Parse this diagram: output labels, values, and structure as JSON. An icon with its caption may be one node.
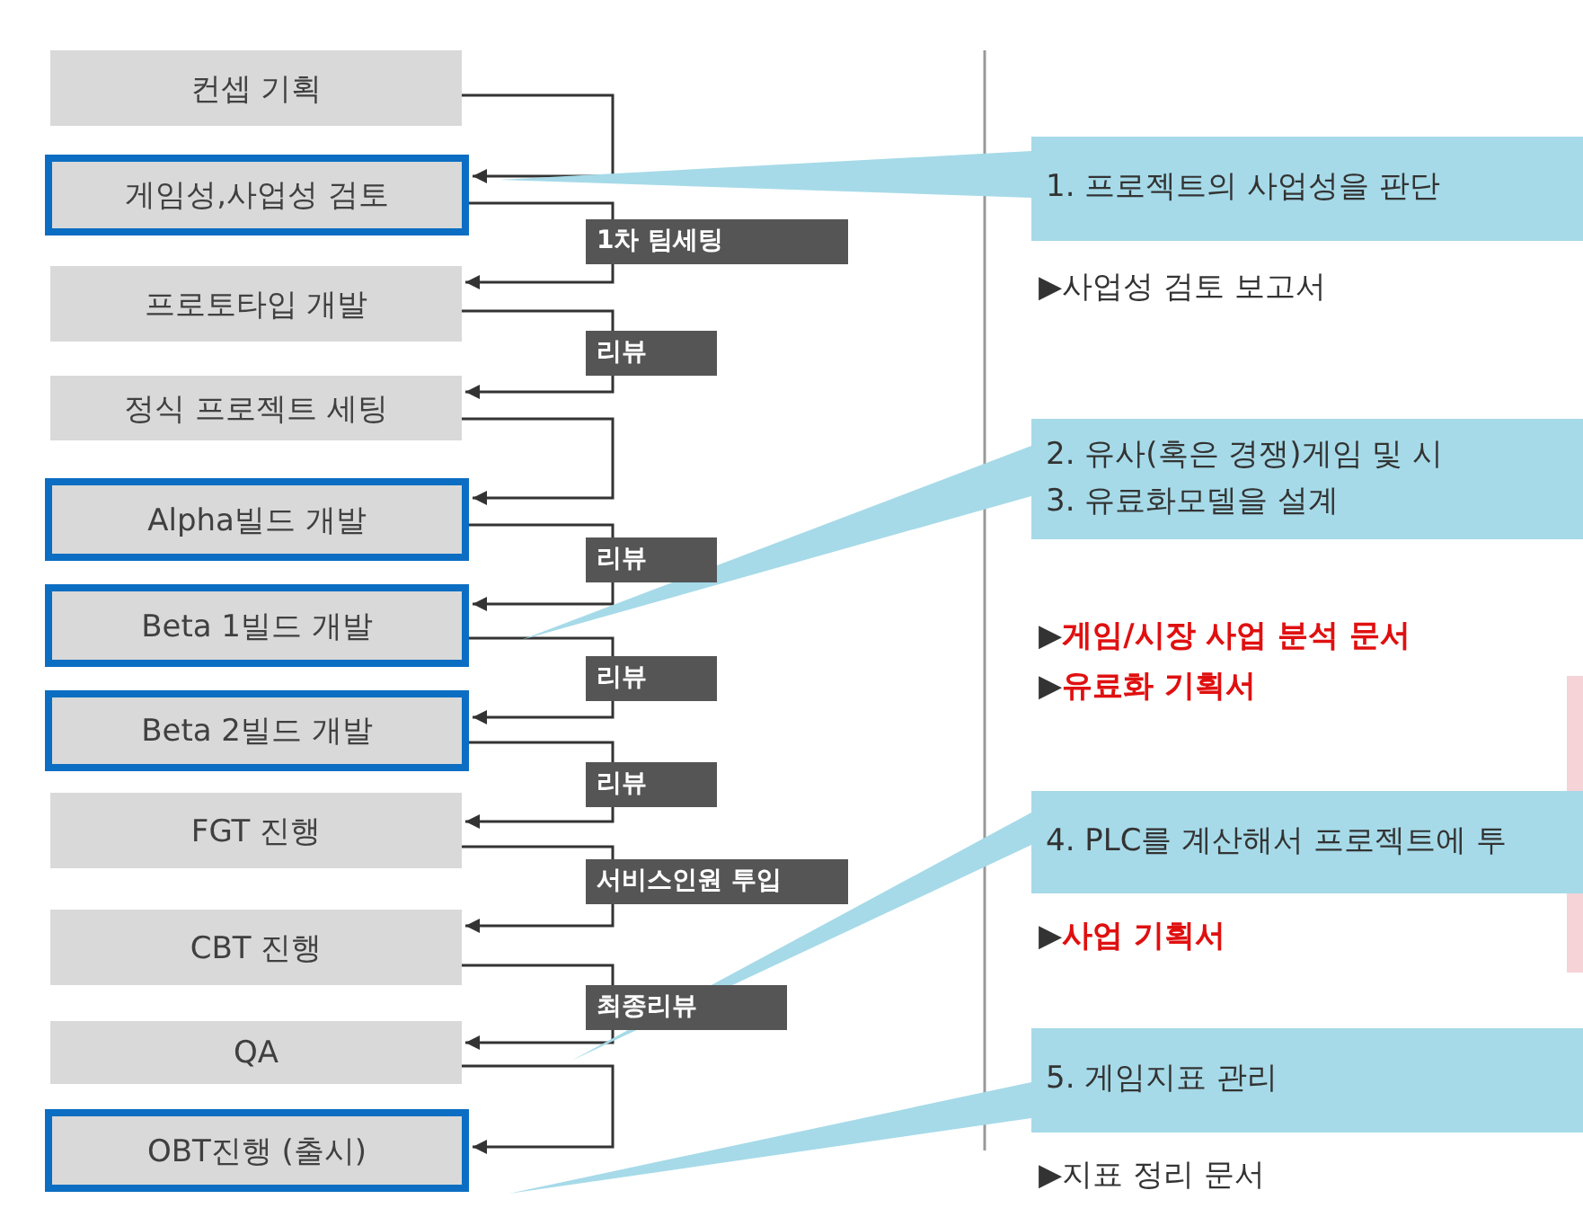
{
  "diagram": {
    "nodes": [
      {
        "text": [
          "컨셉 기획"
        ]
      },
      {
        "text": [
          "게임성,사업성 검토"
        ]
      },
      {
        "text": [
          "프로토타입 개발"
        ]
      },
      {
        "text": [
          "정식 프로젝트 세팅"
        ]
      },
      {
        "text": [
          "Alpha빌드 개발"
        ]
      },
      {
        "text": [
          "Beta 1빌드 개발"
        ]
      },
      {
        "text": [
          "Beta 2빌드 개발"
        ]
      },
      {
        "text": [
          "FGT 진행"
        ]
      },
      {
        "text": [
          "CBT 진행"
        ]
      },
      {
        "text": [
          "QA"
        ]
      },
      {
        "text": [
          "OBT진행 (출시)"
        ]
      },
      {
        "text": [
          "1. 프로젝트의 사업성을 판단"
        ],
        "beside": [
          "▶사업성 검토 보고서"
        ]
      },
      {
        "text": [
          "2. 유사(혹은 경쟁)게임 및 시",
          "3. 유료화모델을 설계"
        ],
        "beside": [
          "▶**게임/시장 사업 분석 문서**",
          "▶**유료화 기획서**"
        ]
      },
      {
        "text": [
          "4. PLC를 계산해서 프로젝트에 투"
        ],
        "beside": [
          "▶**사업 기획서**"
        ]
      },
      {
        "text": [
          "5. 게임지표 관리"
        ],
        "beside": [
          "▶지표 정리 문서"
        ]
      }
    ],
    "edges": [
      {
        "from": 0,
        "to": 1,
        "arrow": "to"
      },
      {
        "from": 1,
        "to": 2,
        "arrow": "to",
        "label": "1차 팀세팅"
      },
      {
        "from": 2,
        "to": 3,
        "arrow": "to",
        "label": "리뷰"
      },
      {
        "from": 3,
        "to": 4,
        "arrow": "to"
      },
      {
        "from": 4,
        "to": 5,
        "arrow": "to",
        "label": "리뷰"
      },
      {
        "from": 5,
        "to": 6,
        "arrow": "to",
        "label": "리뷰"
      },
      {
        "from": 6,
        "to": 7,
        "arrow": "to",
        "label": "리뷰"
      },
      {
        "from": 7,
        "to": 8,
        "arrow": "to",
        "label": "서비스인원 투입"
      },
      {
        "from": 8,
        "to": 9,
        "arrow": "to",
        "label": "최종리뷰"
      },
      {
        "from": 9,
        "to": 10,
        "arrow": "to"
      },
      {
        "from": 1,
        "to": 11,
        "arrow": "none",
        "style": "thick",
        "color": "#a6dae8"
      },
      {
        "from": 5,
        "to": 12,
        "arrow": "none",
        "style": "thick",
        "color": "#a6dae8"
      },
      {
        "from": 9,
        "to": 13,
        "arrow": "none",
        "style": "thick",
        "color": "#a6dae8"
      },
      {
        "from": 10,
        "to": 14,
        "arrow": "none",
        "style": "thick",
        "color": "#a6dae8"
      }
    ]
  }
}
